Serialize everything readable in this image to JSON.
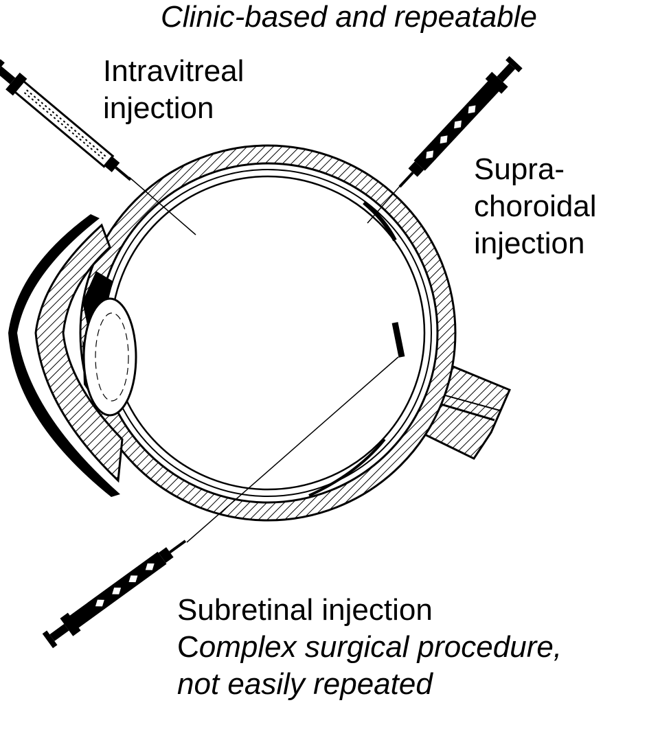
{
  "labels": {
    "top_note": "Clinic-based and repeatable",
    "intravitreal": [
      "Intravitreal",
      "injection"
    ],
    "suprachoroidal": [
      "Supra-",
      "choroidal",
      "injection"
    ],
    "subretinal_title": "Subretinal injection",
    "subretinal_note_first_letter": "C",
    "subretinal_note_rest": "omplex surgical procedure,",
    "subretinal_note_line2": "not easily repeated"
  },
  "colors": {
    "ink": "#000000",
    "paper": "#ffffff"
  },
  "icons": [
    "syringe-icon",
    "eye-cross-section-icon"
  ]
}
